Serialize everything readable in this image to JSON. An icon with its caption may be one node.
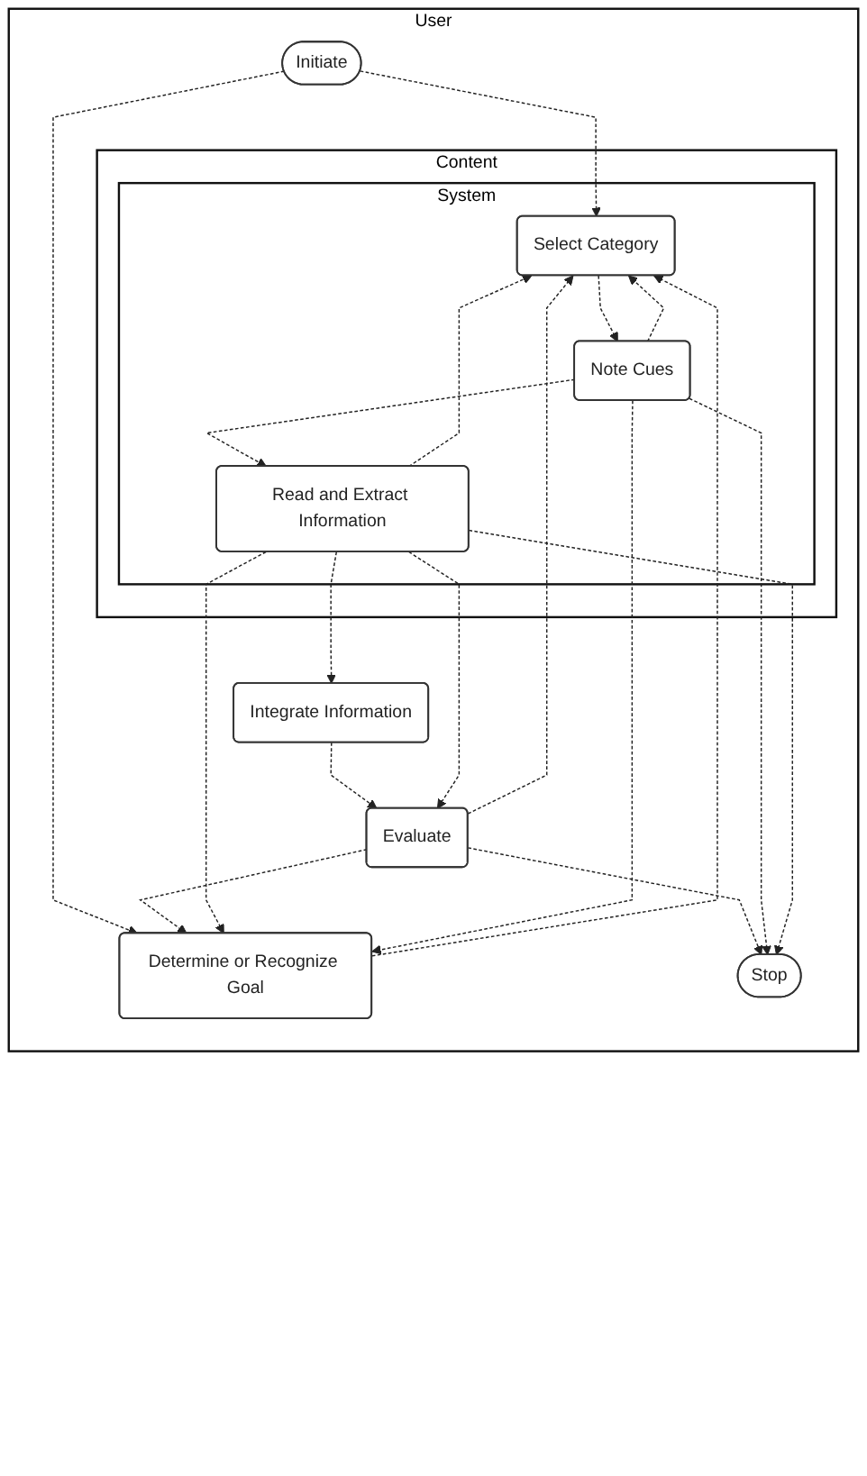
{
  "diagram": {
    "nodes": [
      {
        "text": [
          "User"
        ]
      },
      {
        "text": [
          "Determine or Recognize Goal"
        ],
        "in": 0
      },
      {
        "text": [
          "Initiate"
        ],
        "in": 0
      },
      {
        "text": [
          "Content"
        ],
        "in": 0
      },
      {
        "text": [
          "System"
        ],
        "in": 3
      },
      {
        "text": [
          "Select Category"
        ],
        "in": 4
      },
      {
        "text": [
          "Note Cues"
        ],
        "in": 4
      },
      {
        "text": [
          "Read and Extract Information"
        ],
        "in": 4
      },
      {
        "text": [
          "Integrate Information"
        ],
        "in": 0
      },
      {
        "text": [
          "Evaluate"
        ],
        "in": 0
      },
      {
        "text": [
          "Stop"
        ],
        "in": 0
      }
    ],
    "edges": [
      {
        "from": 2,
        "to": 1,
        "arrow": "to",
        "style": "dashed"
      },
      {
        "from": 1,
        "to": 5,
        "arrow": "to",
        "style": "dashed"
      },
      {
        "from": 2,
        "to": 5,
        "arrow": "to",
        "style": "dashed"
      },
      {
        "from": 5,
        "to": 6,
        "arrow": "to",
        "style": "dashed"
      },
      {
        "from": 6,
        "to": 7,
        "arrow": "to",
        "style": "dashed"
      },
      {
        "from": 7,
        "to": 8,
        "arrow": "to",
        "style": "dashed"
      },
      {
        "from": 8,
        "to": 9,
        "arrow": "to",
        "style": "dashed"
      },
      {
        "from": 7,
        "to": 9,
        "arrow": "to",
        "style": "dashed"
      },
      {
        "from": 9,
        "to": 10,
        "arrow": "to",
        "style": "dashed"
      },
      {
        "from": 9,
        "to": 1,
        "arrow": "to",
        "style": "dashed"
      },
      {
        "from": 7,
        "to": 1,
        "arrow": "to",
        "style": "dashed"
      },
      {
        "from": 6,
        "to": 1,
        "arrow": "to",
        "style": "dashed"
      },
      {
        "from": 9,
        "to": 5,
        "arrow": "to",
        "style": "dashed"
      },
      {
        "from": 7,
        "to": 5,
        "arrow": "to",
        "style": "dashed"
      },
      {
        "from": 6,
        "to": 5,
        "arrow": "to",
        "style": "dashed"
      },
      {
        "from": 6,
        "to": 10,
        "arrow": "to",
        "style": "dashed"
      },
      {
        "from": 7,
        "to": 10,
        "arrow": "to",
        "style": "dashed"
      }
    ]
  }
}
